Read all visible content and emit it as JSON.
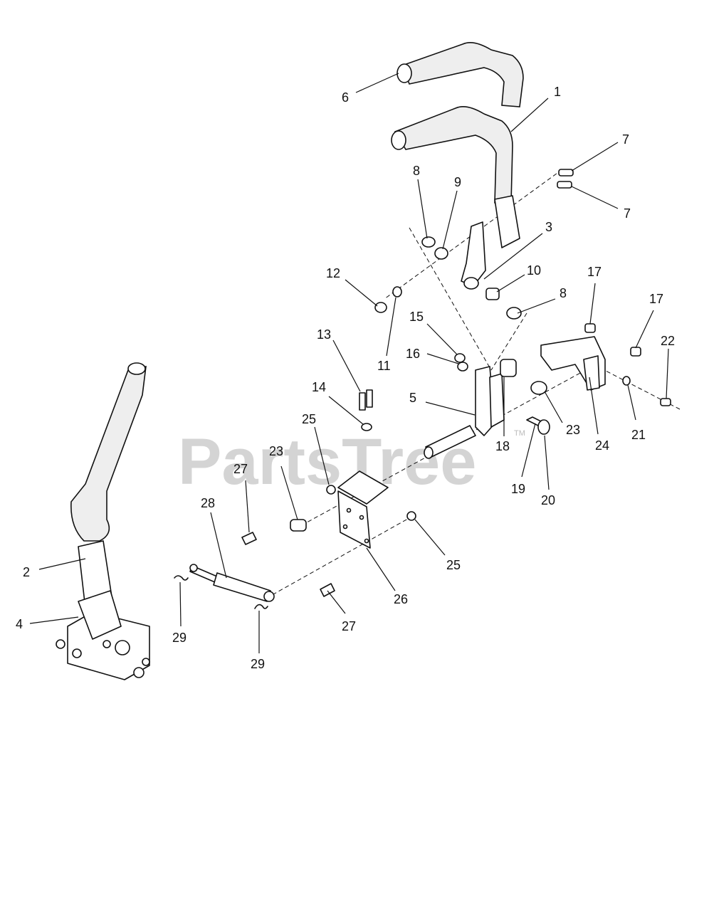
{
  "watermark": {
    "text": "PartsTree",
    "trademark": "TM"
  },
  "callouts": {
    "c1": "1",
    "c2": "2",
    "c3": "3",
    "c4": "4",
    "c5": "5",
    "c6": "6",
    "c7a": "7",
    "c7b": "7",
    "c8a": "8",
    "c8b": "8",
    "c9": "9",
    "c10": "10",
    "c11": "11",
    "c12": "12",
    "c13": "13",
    "c14": "14",
    "c15": "15",
    "c16": "16",
    "c17a": "17",
    "c17b": "17",
    "c18": "18",
    "c19": "19",
    "c20": "20",
    "c21": "21",
    "c22": "22",
    "c23a": "23",
    "c23b": "23",
    "c24": "24",
    "c25a": "25",
    "c25b": "25",
    "c26": "26",
    "c27a": "27",
    "c27b": "27",
    "c28": "28",
    "c29a": "29",
    "c29b": "29"
  }
}
